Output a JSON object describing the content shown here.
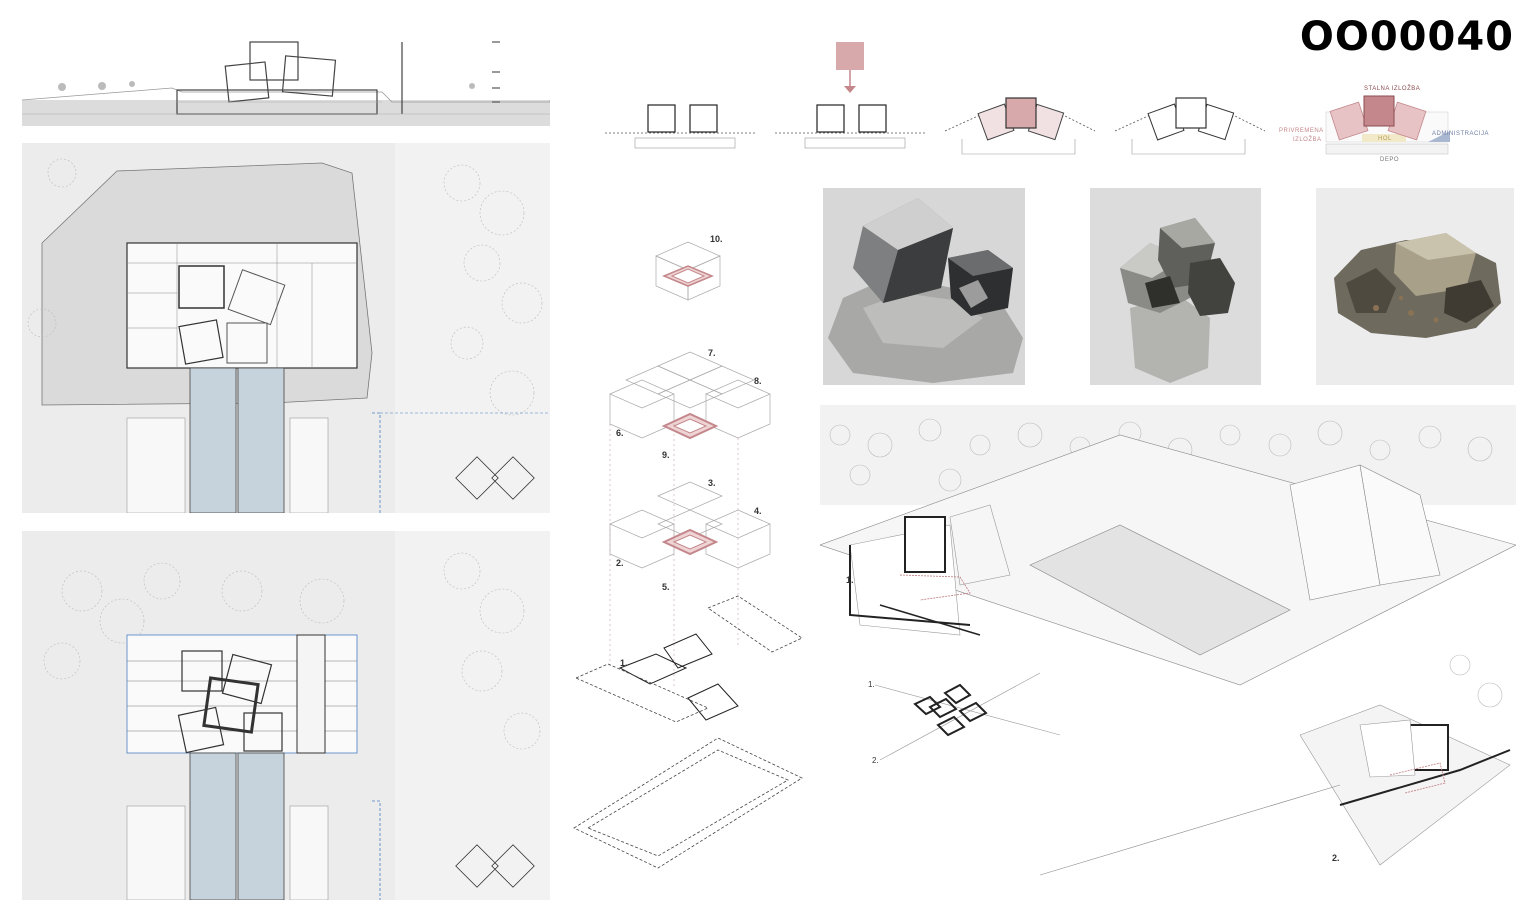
{
  "sheet": {
    "code": "OO00040"
  },
  "legend": {
    "stalna": "STALNA IZLOŽBA",
    "privremena_line1": "PRIVREMENA",
    "privremena_line2": "IZLOŽBA",
    "hol": "HOL",
    "administracija": "ADMINISTRACIJA",
    "depo": "DEPO",
    "colors": {
      "stalna": "#c4878b",
      "privremena": "#d9a5a8",
      "hol": "#e8d9a0",
      "administracija": "#a9b7d0",
      "depo": "#bfbfbf",
      "accent_pink": "#d7a9ab"
    }
  },
  "exploded_axonometry": {
    "labels": [
      "10.",
      "7.",
      "8.",
      "6.",
      "9.",
      "3.",
      "4.",
      "2.",
      "5.",
      "1."
    ]
  },
  "site_axonometry": {
    "section_marker_1": "1.",
    "section_marker_2": "2.",
    "plan_marker_1": "1.",
    "plan_marker_2": "2."
  }
}
